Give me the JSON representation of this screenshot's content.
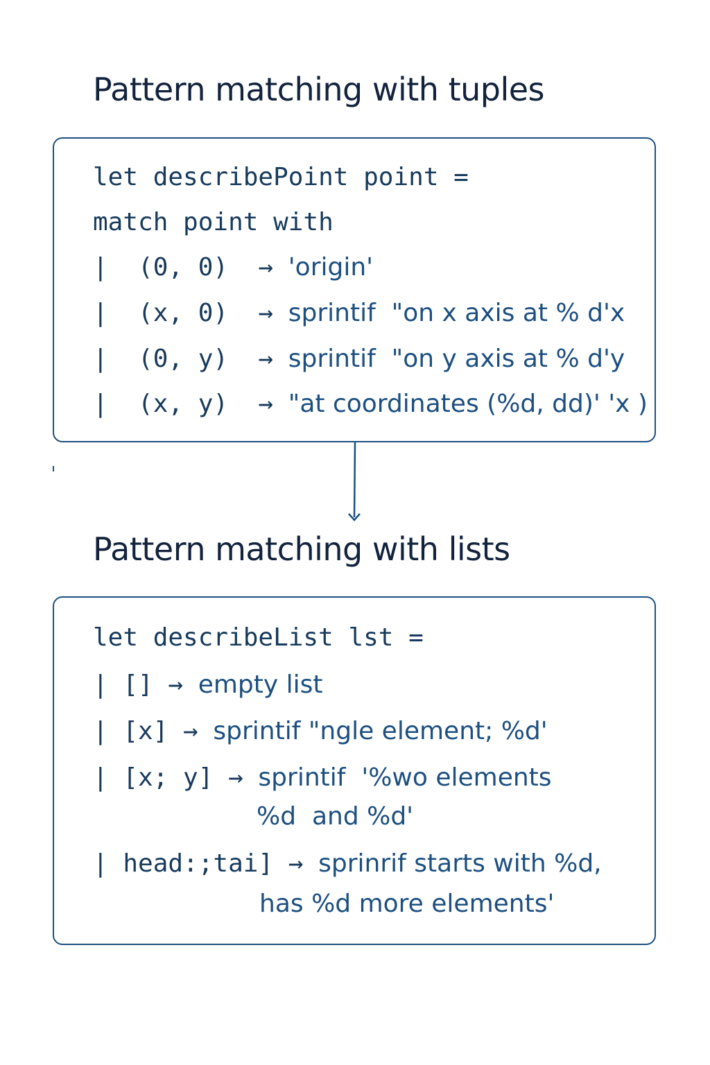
{
  "tuples": {
    "title": "Pattern matching with tuples",
    "lines": [
      {
        "code": "let describePoint point =",
        "text": ""
      },
      {
        "code": "match point with",
        "text": ""
      },
      {
        "code": "|  (0, 0)  → ",
        "text": "'origin'"
      },
      {
        "code": "|  (x, 0)  → ",
        "text": "sprintif  \"on x axis at % d'x"
      },
      {
        "code": "|  (0, y)  → ",
        "text": "sprintif  \"on y axis at % d'y"
      },
      {
        "code": "|  (x, y)  → ",
        "text": "\"at coordinates (%d, dd)' 'x )"
      }
    ]
  },
  "lists": {
    "title": "Pattern matching with lists",
    "lines": [
      {
        "code": "let describeList lst =",
        "text": ""
      },
      {
        "code": "| [] → ",
        "text": "empty list"
      },
      {
        "code": "| [x] → ",
        "text": "sprintif \"ngle element; %d'"
      },
      {
        "code": "| [x; y] → ",
        "text": "sprintif  '%wo elements"
      },
      {
        "code": "",
        "text": "%d  and %d'"
      },
      {
        "code": "| head:;tai] → ",
        "text": "sprinrif starts with %d,"
      },
      {
        "code": "",
        "text": "has %d more elements'"
      }
    ]
  },
  "colors": {
    "heading": "#13233d",
    "border": "#1c4f80",
    "code": "#173a5c"
  }
}
